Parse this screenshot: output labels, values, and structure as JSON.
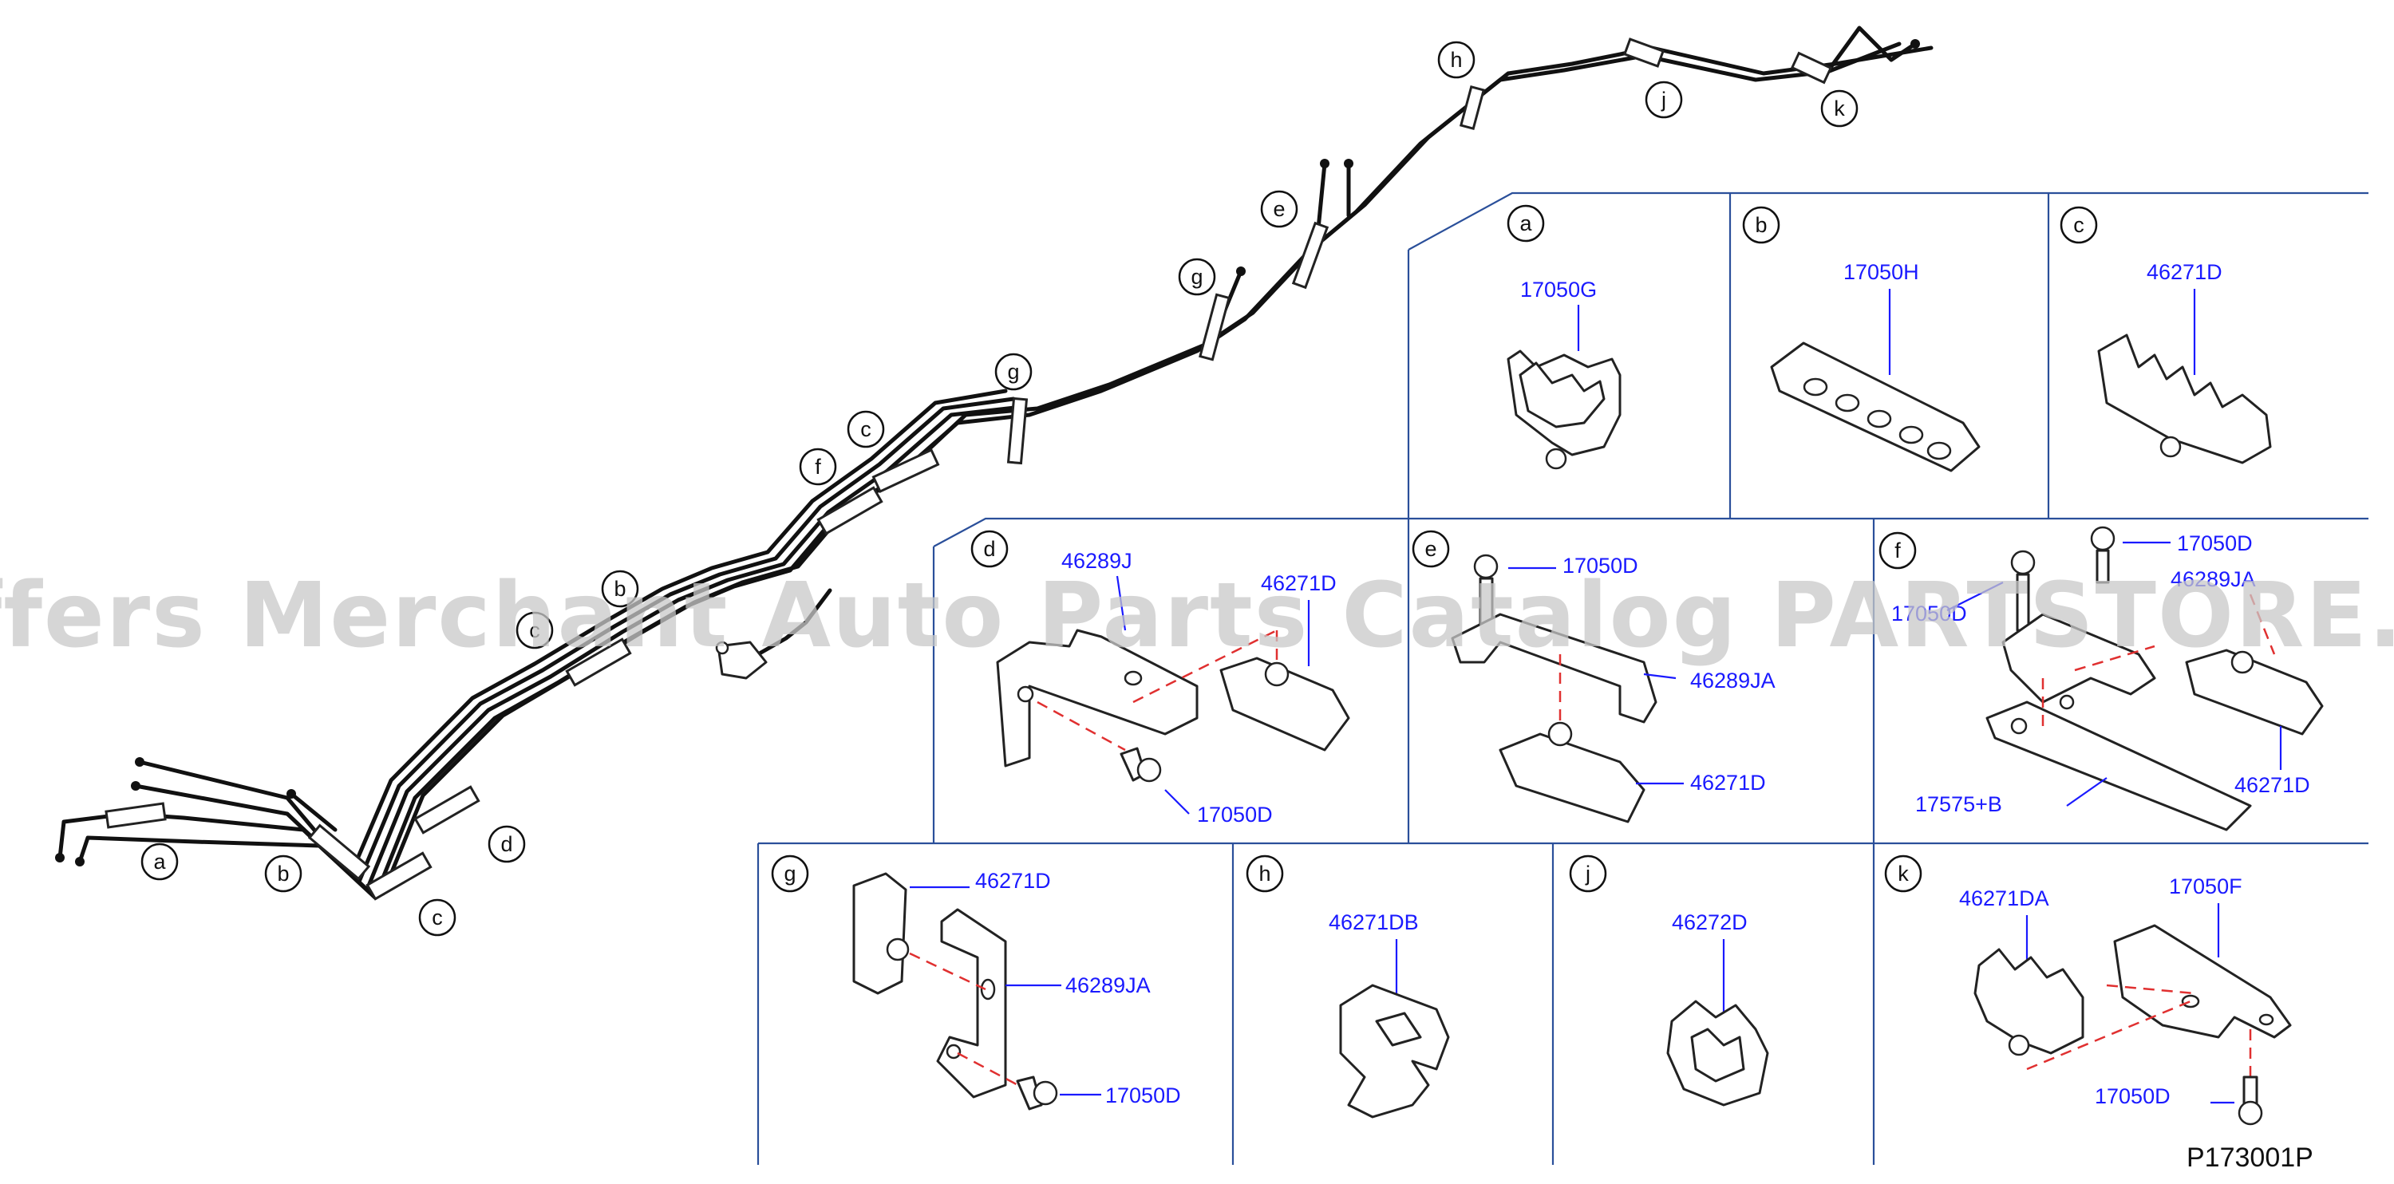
{
  "diagram": {
    "route_callouts": [
      "h",
      "j",
      "k",
      "e",
      "g",
      "g",
      "c",
      "f",
      "b",
      "c",
      "a",
      "b",
      "c",
      "d"
    ],
    "panels": {
      "a": {
        "letter": "a",
        "parts": [
          "17050G"
        ]
      },
      "b": {
        "letter": "b",
        "parts": [
          "17050H"
        ]
      },
      "c": {
        "letter": "c",
        "parts": [
          "46271D"
        ]
      },
      "d": {
        "letter": "d",
        "parts": [
          "46289J",
          "46271D",
          "17050D"
        ]
      },
      "e": {
        "letter": "e",
        "parts": [
          "17050D",
          "46289JA",
          "46271D"
        ]
      },
      "f": {
        "letter": "f",
        "parts": [
          "17050D",
          "17050D",
          "46289JA",
          "17575+B",
          "46271D"
        ]
      },
      "g": {
        "letter": "g",
        "parts": [
          "46271D",
          "46289JA",
          "17050D"
        ]
      },
      "h": {
        "letter": "h",
        "parts": [
          "46271DB"
        ]
      },
      "j": {
        "letter": "j",
        "parts": [
          "46272D"
        ]
      },
      "k": {
        "letter": "k",
        "parts": [
          "46271DA",
          "17050F",
          "17050D"
        ]
      }
    },
    "figure_code": "P173001P"
  },
  "watermark": "Offers Merchant Auto Parts Catalog PARTSTORE.SA",
  "colors": {
    "label": "#1a1aff",
    "panel_border": "#2a4f9a",
    "dash": "#e03030",
    "line": "#111111"
  }
}
